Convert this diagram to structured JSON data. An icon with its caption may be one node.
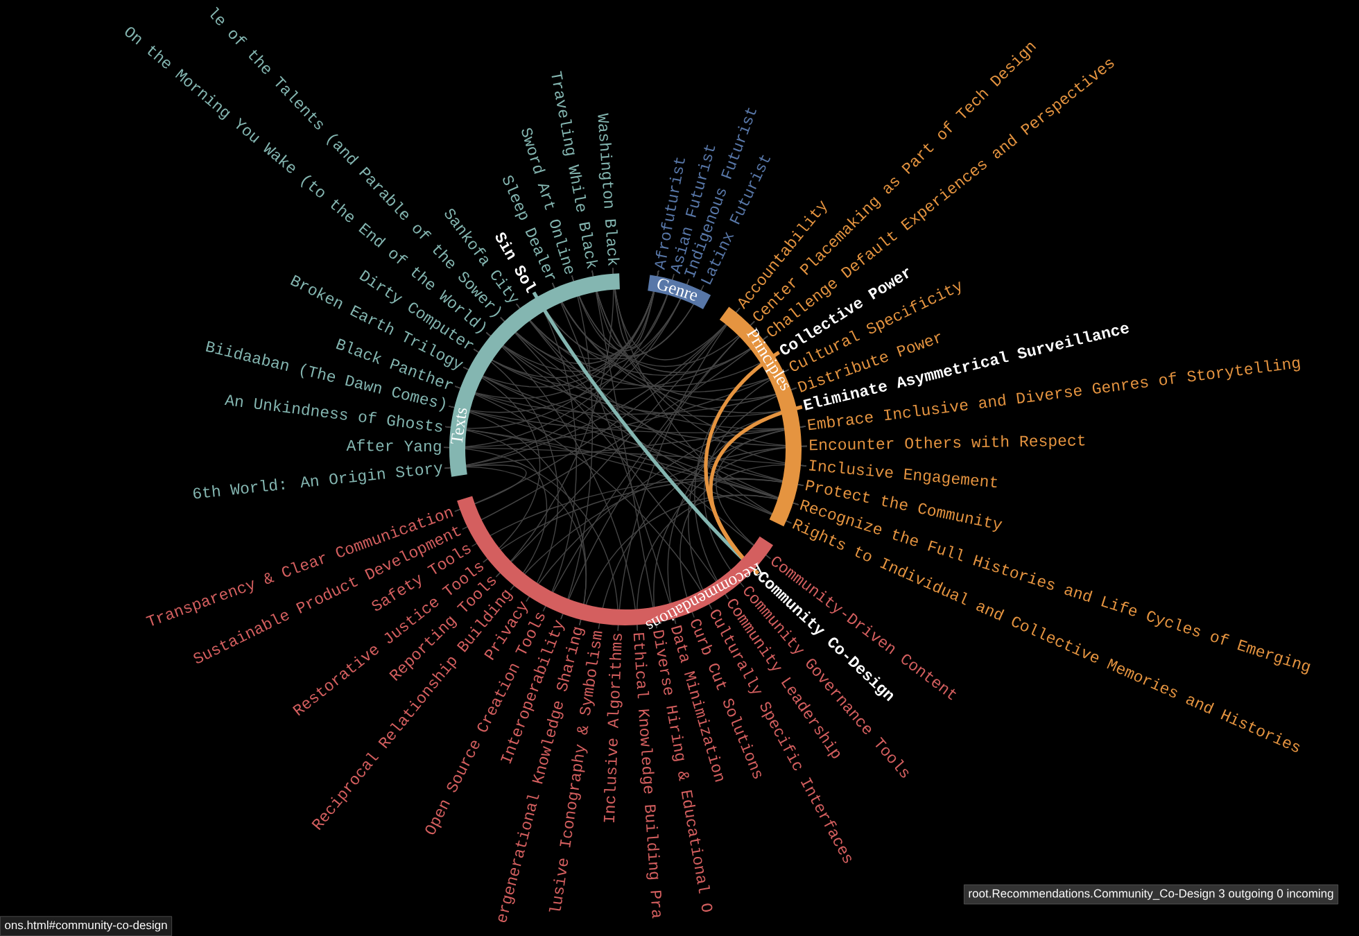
{
  "diagram": {
    "nodes": [
      {
        "text": [
          "6th World: An Origin Story"
        ]
      },
      {
        "text": [
          "After Yang"
        ]
      },
      {
        "text": [
          "An Unkindness of Ghosts"
        ]
      },
      {
        "text": [
          "Biidaaban (The Dawn Comes)"
        ]
      },
      {
        "text": [
          "Black Panther"
        ]
      },
      {
        "text": [
          "Broken Earth Trilogy"
        ]
      },
      {
        "text": [
          "Dirty Computer"
        ]
      },
      {
        "text": [
          "On the Morning You Wake (to the End of the World)"
        ]
      },
      {
        "text": [
          "le of the Talents (and Parable of the Sower)"
        ]
      },
      {
        "text": [
          "Sankofa City"
        ]
      },
      {
        "text": [
          "Sin Sol"
        ]
      },
      {
        "text": [
          "Sleep Dealer"
        ]
      },
      {
        "text": [
          "Sword Art Online"
        ]
      },
      {
        "text": [
          "Traveling While Black"
        ]
      },
      {
        "text": [
          "Washington Black"
        ]
      },
      {
        "text": [
          "Afrofuturist"
        ]
      },
      {
        "text": [
          "Asian Futurist"
        ]
      },
      {
        "text": [
          "Indigenous Futurist"
        ]
      },
      {
        "text": [
          "Latinx Futurist"
        ]
      },
      {
        "text": [
          "Accountability"
        ]
      },
      {
        "text": [
          "Center Placemaking as Part of Tech Design"
        ]
      },
      {
        "text": [
          "Challenge Default Experiences and Perspectives"
        ]
      },
      {
        "text": [
          "Collective Power"
        ]
      },
      {
        "text": [
          "Cultural Specificity"
        ]
      },
      {
        "text": [
          "Distribute Power"
        ]
      },
      {
        "text": [
          "Eliminate Asymmetrical Surveillance"
        ]
      },
      {
        "text": [
          "Embrace Inclusive and Diverse Genres of Storytelling"
        ]
      },
      {
        "text": [
          "Encounter Others with Respect"
        ]
      },
      {
        "text": [
          "Inclusive Engagement"
        ]
      },
      {
        "text": [
          "Protect the Community"
        ]
      },
      {
        "text": [
          "Recognize the Full Histories and Life Cycles of Emerging"
        ]
      },
      {
        "text": [
          "Rights to Individual and Collective Memories and Histories"
        ]
      },
      {
        "text": [
          "Community-Driven Content"
        ]
      },
      {
        "text": [
          "Community Co-Design"
        ]
      },
      {
        "text": [
          "Community Governance Tools"
        ]
      },
      {
        "text": [
          "Community Leadership"
        ]
      },
      {
        "text": [
          "Culturally Specific Interfaces"
        ]
      },
      {
        "text": [
          "Curb Cut Solutions"
        ]
      },
      {
        "text": [
          "Data Minimization"
        ]
      },
      {
        "text": [
          "Diverse Hiring & Educational O"
        ]
      },
      {
        "text": [
          "Ethical Knowledge Building Pra"
        ]
      },
      {
        "text": [
          "Inclusive Algorithms"
        ]
      },
      {
        "text": [
          "lusive Iconography & Symbolism"
        ]
      },
      {
        "text": [
          "ergenerational Knowledge Sharing"
        ]
      },
      {
        "text": [
          "Interoperability"
        ]
      },
      {
        "text": [
          "Open Source Creation Tools"
        ]
      },
      {
        "text": [
          "Privacy"
        ]
      },
      {
        "text": [
          "Reciprocal Relationship Building"
        ]
      },
      {
        "text": [
          "Reporting Tools"
        ]
      },
      {
        "text": [
          "Restorative Justice Tools"
        ]
      },
      {
        "text": [
          "Safety Tools"
        ]
      },
      {
        "text": [
          "Sustainable Product Development"
        ]
      },
      {
        "text": [
          "Transparency & Clear Communication"
        ]
      }
    ],
    "edges": [
      {
        "from": 15,
        "to": 4,
        "arrow": "none"
      },
      {
        "from": 15,
        "to": 6,
        "arrow": "none"
      },
      {
        "from": 15,
        "to": 8,
        "arrow": "none"
      },
      {
        "from": 15,
        "to": 13,
        "arrow": "none"
      },
      {
        "from": 15,
        "to": 14,
        "arrow": "none"
      },
      {
        "from": 15,
        "to": 2,
        "arrow": "none"
      },
      {
        "from": 15,
        "to": 5,
        "arrow": "none"
      },
      {
        "from": 15,
        "to": 9,
        "arrow": "none"
      },
      {
        "from": 16,
        "to": 1,
        "arrow": "none"
      },
      {
        "from": 16,
        "to": 12,
        "arrow": "none"
      },
      {
        "from": 17,
        "to": 0,
        "arrow": "none"
      },
      {
        "from": 17,
        "to": 3,
        "arrow": "none"
      },
      {
        "from": 17,
        "to": 7,
        "arrow": "none"
      },
      {
        "from": 18,
        "to": 10,
        "arrow": "none"
      },
      {
        "from": 18,
        "to": 11,
        "arrow": "none"
      },
      {
        "from": 0,
        "to": 19,
        "arrow": "none"
      },
      {
        "from": 0,
        "to": 26,
        "arrow": "none"
      },
      {
        "from": 0,
        "to": 43,
        "arrow": "none"
      },
      {
        "from": 0,
        "to": 52,
        "arrow": "none"
      },
      {
        "from": 1,
        "to": 23,
        "arrow": "none"
      },
      {
        "from": 1,
        "to": 28,
        "arrow": "none"
      },
      {
        "from": 1,
        "to": 41,
        "arrow": "none"
      },
      {
        "from": 2,
        "to": 30,
        "arrow": "none"
      },
      {
        "from": 2,
        "to": 31,
        "arrow": "none"
      },
      {
        "from": 2,
        "to": 47,
        "arrow": "none"
      },
      {
        "from": 3,
        "to": 26,
        "arrow": "none"
      },
      {
        "from": 3,
        "to": 30,
        "arrow": "none"
      },
      {
        "from": 3,
        "to": 43,
        "arrow": "none"
      },
      {
        "from": 4,
        "to": 24,
        "arrow": "none"
      },
      {
        "from": 4,
        "to": 29,
        "arrow": "none"
      },
      {
        "from": 4,
        "to": 36,
        "arrow": "none"
      },
      {
        "from": 5,
        "to": 27,
        "arrow": "none"
      },
      {
        "from": 5,
        "to": 30,
        "arrow": "none"
      },
      {
        "from": 5,
        "to": 49,
        "arrow": "none"
      },
      {
        "from": 6,
        "to": 25,
        "arrow": "none"
      },
      {
        "from": 6,
        "to": 21,
        "arrow": "none"
      },
      {
        "from": 6,
        "to": 46,
        "arrow": "none"
      },
      {
        "from": 7,
        "to": 26,
        "arrow": "none"
      },
      {
        "from": 7,
        "to": 31,
        "arrow": "none"
      },
      {
        "from": 7,
        "to": 40,
        "arrow": "none"
      },
      {
        "from": 8,
        "to": 29,
        "arrow": "none"
      },
      {
        "from": 8,
        "to": 22,
        "arrow": "none"
      },
      {
        "from": 8,
        "to": 35,
        "arrow": "none"
      },
      {
        "from": 9,
        "to": 30,
        "arrow": "none"
      },
      {
        "from": 9,
        "to": 23,
        "arrow": "none"
      },
      {
        "from": 9,
        "to": 32,
        "arrow": "none"
      },
      {
        "from": 10,
        "to": 21,
        "arrow": "none"
      },
      {
        "from": 10,
        "to": 45,
        "arrow": "none"
      },
      {
        "from": 11,
        "to": 25,
        "arrow": "none"
      },
      {
        "from": 11,
        "to": 24,
        "arrow": "none"
      },
      {
        "from": 11,
        "to": 38,
        "arrow": "none"
      },
      {
        "from": 12,
        "to": 21,
        "arrow": "none"
      },
      {
        "from": 12,
        "to": 20,
        "arrow": "none"
      },
      {
        "from": 12,
        "to": 44,
        "arrow": "none"
      },
      {
        "from": 13,
        "to": 28,
        "arrow": "none"
      },
      {
        "from": 13,
        "to": 27,
        "arrow": "none"
      },
      {
        "from": 13,
        "to": 39,
        "arrow": "none"
      },
      {
        "from": 14,
        "to": 31,
        "arrow": "none"
      },
      {
        "from": 14,
        "to": 19,
        "arrow": "none"
      },
      {
        "from": 14,
        "to": 48,
        "arrow": "none"
      },
      {
        "from": 34,
        "to": 24,
        "arrow": "none"
      },
      {
        "from": 35,
        "to": 22,
        "arrow": "none"
      },
      {
        "from": 36,
        "to": 23,
        "arrow": "none"
      },
      {
        "from": 37,
        "to": 28,
        "arrow": "none"
      },
      {
        "from": 38,
        "to": 25,
        "arrow": "none"
      },
      {
        "from": 41,
        "to": 19,
        "arrow": "none"
      },
      {
        "from": 42,
        "to": 26,
        "arrow": "none"
      },
      {
        "from": 44,
        "to": 20,
        "arrow": "none"
      },
      {
        "from": 46,
        "to": 25,
        "arrow": "none"
      },
      {
        "from": 47,
        "to": 27,
        "arrow": "none"
      },
      {
        "from": 49,
        "to": 29,
        "arrow": "none"
      },
      {
        "from": 50,
        "to": 29,
        "arrow": "none"
      },
      {
        "from": 51,
        "to": 21,
        "arrow": "none"
      },
      {
        "from": 32,
        "to": 26,
        "arrow": "none"
      },
      {
        "from": 40,
        "to": 30,
        "arrow": "none"
      },
      {
        "from": 45,
        "to": 20,
        "arrow": "none"
      },
      {
        "from": 48,
        "to": 19,
        "arrow": "none"
      },
      {
        "from": 52,
        "to": 19,
        "arrow": "none"
      },
      {
        "from": 39,
        "to": 27,
        "arrow": "none"
      },
      {
        "from": 43,
        "to": 30,
        "arrow": "none"
      },
      {
        "from": 33,
        "to": 10,
        "arrow": "none",
        "style": "thick",
        "color": "#84b6b1"
      },
      {
        "from": 33,
        "to": 22,
        "arrow": "none",
        "style": "thick",
        "color": "#e59440"
      },
      {
        "from": 33,
        "to": 25,
        "arrow": "none",
        "style": "thick",
        "color": "#e59440"
      }
    ],
    "labels": [
      "Texts",
      "Genre",
      "Principles",
      "Recommendations",
      "root.Recommendations.Community_Co-Design 3 outgoing 0 incoming",
      "ons.html#community-co-design"
    ]
  }
}
